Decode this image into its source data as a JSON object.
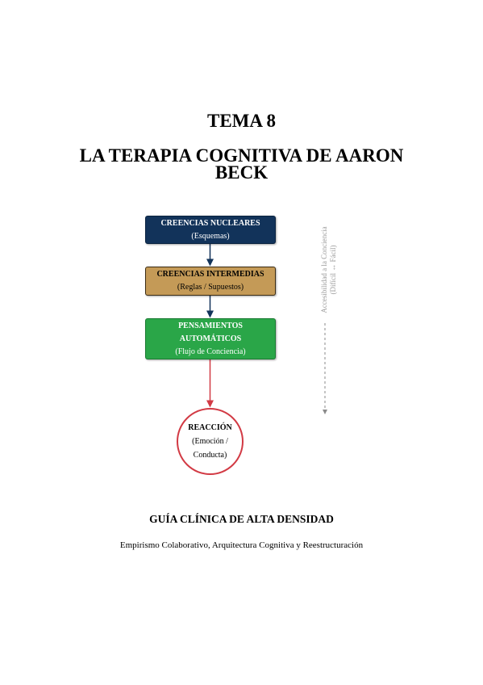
{
  "header": {
    "tema": "TEMA 8",
    "title_line1": "LA TERAPIA COGNITIVA DE AARON",
    "title_line2": "BECK"
  },
  "diagram": {
    "nodes": [
      {
        "main": "CREENCIAS NUCLEARES",
        "sub": "(Esquemas)"
      },
      {
        "main": "CREENCIAS INTERMEDIAS",
        "sub": "(Reglas / Supuestos)"
      },
      {
        "main_line1": "PENSAMIENTOS",
        "main_line2": "AUTOMÁTICOS",
        "sub": "(Flujo de Conciencia)"
      }
    ],
    "reaction": {
      "main": "REACCIÓN",
      "sub_line1": "(Emoción /",
      "sub_line2": "Conducta)"
    },
    "side_label": {
      "line1": "Accesibilidad a la Conciencia",
      "line2": "(Difícil ↔ Fácil)"
    },
    "colors": {
      "nuclear": "#12335a",
      "intermediate": "#c49a57",
      "automatic": "#2aa648",
      "reaction_border": "#d23a44",
      "arrow_blue": "#12335a",
      "arrow_red": "#d23a44"
    }
  },
  "footer": {
    "subtitle": "GUÍA CLÍNICA DE ALTA DENSIDAD",
    "tagline": "Empirismo Colaborativo, Arquitectura Cognitiva y Reestructuración"
  }
}
